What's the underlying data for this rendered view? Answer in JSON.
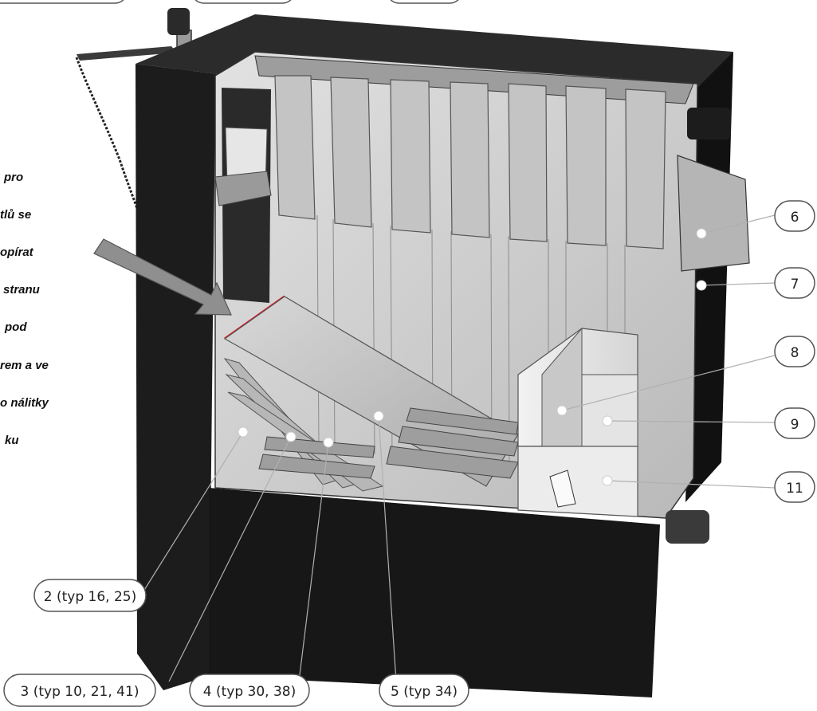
{
  "note": {
    "lines": [
      "pro",
      "tlů se",
      "opírat",
      "stranu",
      "pod",
      "rem a ve",
      "o nálitky",
      "ku"
    ]
  },
  "labels": {
    "l6": "6",
    "l7": "7",
    "l8": "8",
    "l9": "9",
    "l11": "11",
    "l2": "2 (typ 16, 25)",
    "l3": "3 (typ 10, 21, 41)",
    "l4": "4 (typ 30, 38)",
    "l5": "5 (typ 34)"
  },
  "colors": {
    "body": "#1c1c1c",
    "section": "#cfcfcf",
    "callout": "#ffffff",
    "seal": "#e0141c",
    "arrow": "#8a8a8a"
  }
}
